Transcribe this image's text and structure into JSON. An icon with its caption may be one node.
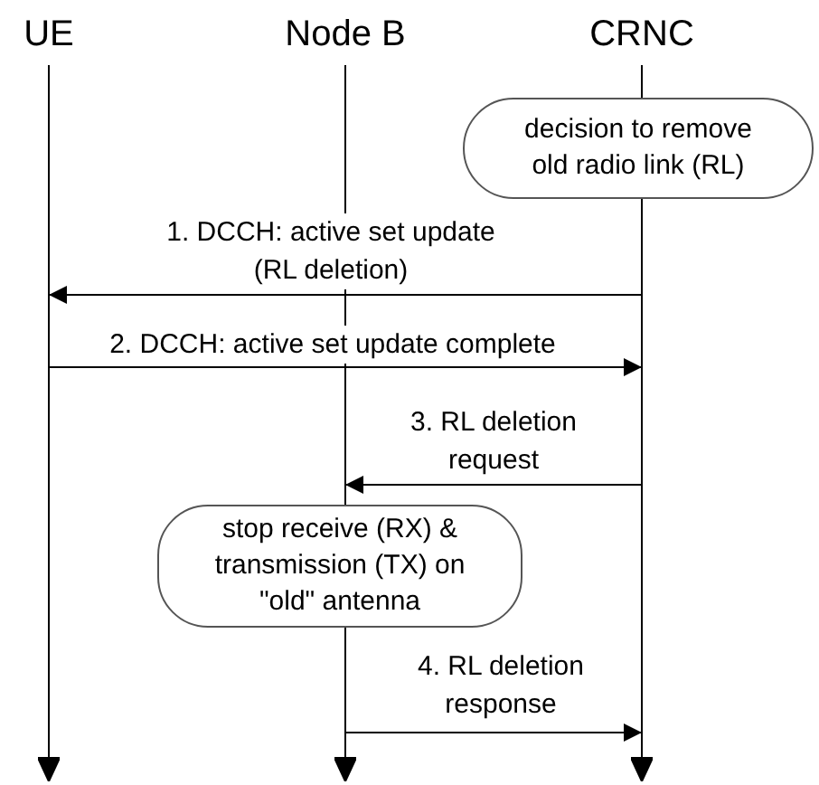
{
  "diagram": {
    "nodes": [
      {
        "text": [
          "UE"
        ]
      },
      {
        "text": [
          "Node B"
        ]
      },
      {
        "text": [
          "CRNC"
        ]
      },
      {
        "text": [],
        "shape": "line"
      },
      {
        "text": [],
        "shape": "line"
      },
      {
        "text": [],
        "shape": "line"
      },
      {
        "text": [],
        "shape": "line"
      },
      {
        "text": [],
        "shape": "line"
      },
      {
        "text": [
          "decision to remove old radio link (RL)"
        ]
      },
      {
        "text": [
          "stop receive (RX) & transmission (TX) on \"old\" antenna"
        ]
      }
    ],
    "edges": [
      {
        "from": 7,
        "to": 3,
        "arrow": "to",
        "label": "1. DCCH: active set update (RL deletion)"
      },
      {
        "from": 3,
        "to": 7,
        "arrow": "to",
        "label": "2. DCCH: active set update complete"
      },
      {
        "from": 7,
        "to": 4,
        "arrow": "to",
        "label": "3. RL deletion request"
      },
      {
        "from": 5,
        "to": 7,
        "arrow": "to",
        "label": "4. RL deletion response"
      }
    ]
  }
}
